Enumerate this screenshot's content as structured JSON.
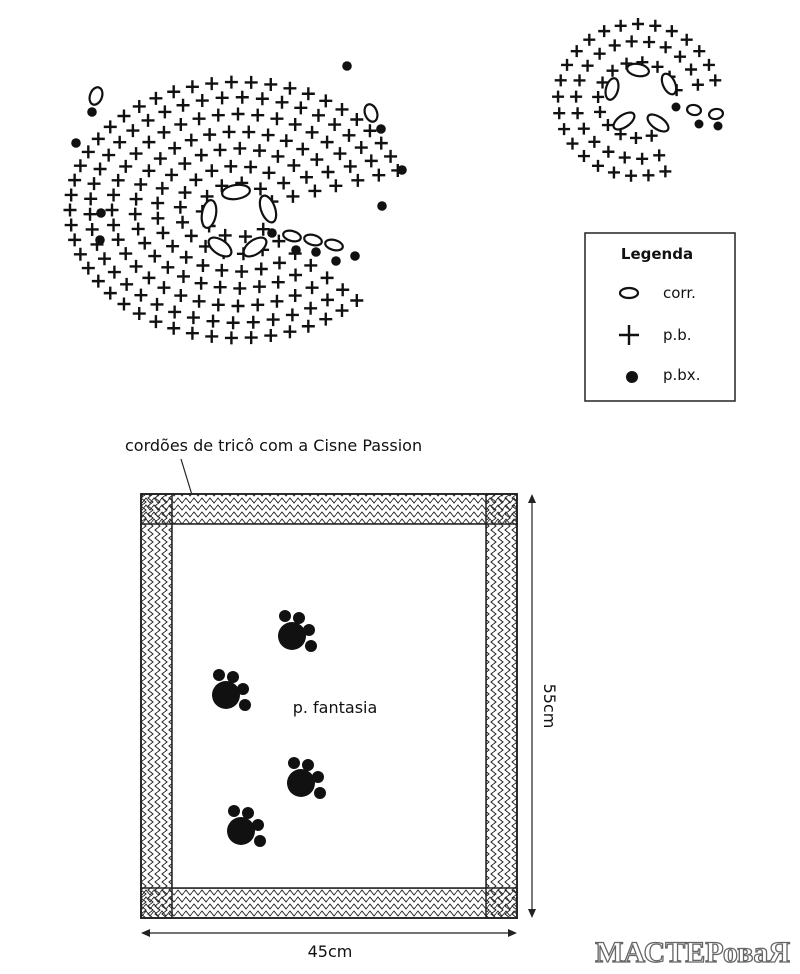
{
  "legend": {
    "title": "Legenda",
    "items": [
      {
        "symbol": "chain-symbol",
        "label": "corr."
      },
      {
        "symbol": "single-crochet-symbol",
        "label": "p.b."
      },
      {
        "symbol": "slip-stitch-symbol",
        "label": "p.bx."
      }
    ]
  },
  "border_label": "cordões de tricô com a Cisne Passion",
  "center_label": "p. fantasia",
  "dimensions": {
    "height": "55cm",
    "width": "45cm"
  },
  "watermark": "МАСТЕРоваЯ",
  "colors": {
    "ink": "#111111",
    "paper": "#ffffff"
  }
}
